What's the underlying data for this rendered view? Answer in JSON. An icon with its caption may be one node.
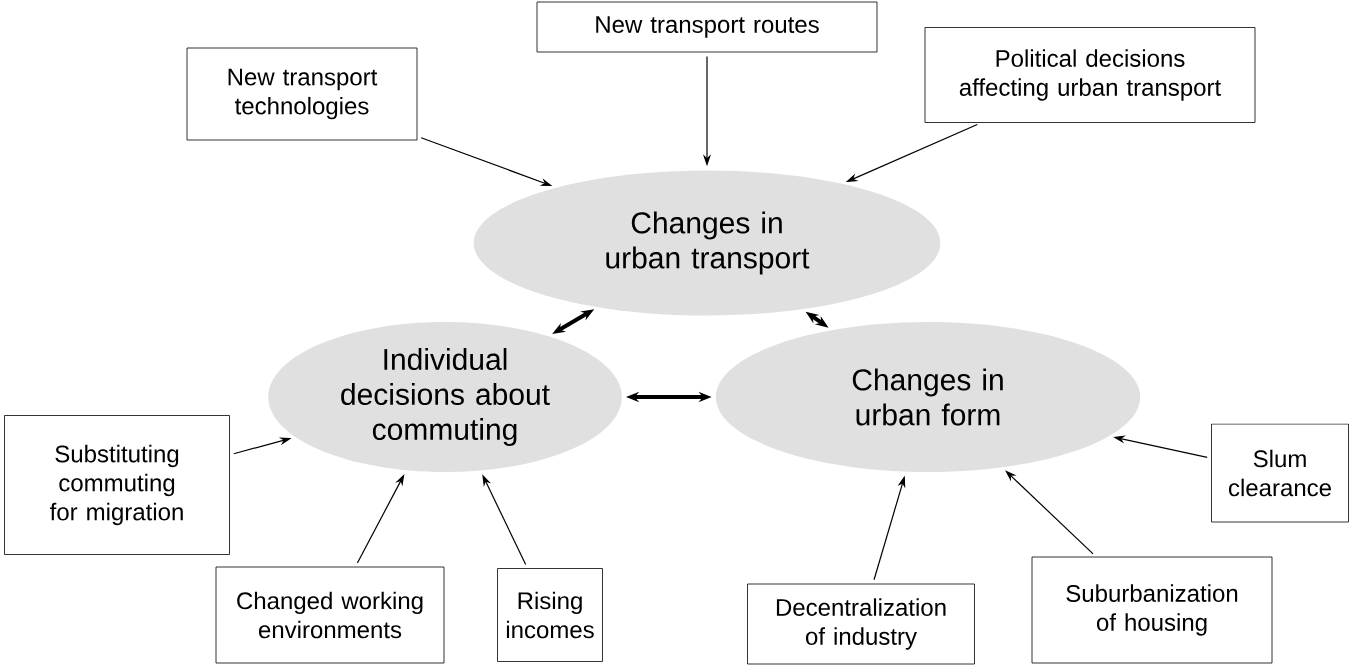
{
  "diagram": {
    "nodes": [
      {
        "text": [
          "Changes in urban transport"
        ]
      },
      {
        "text": [
          "Individual decisions about commuting"
        ]
      },
      {
        "text": [
          "Changes in urban form"
        ]
      },
      {
        "text": [
          "New transport technologies"
        ]
      },
      {
        "text": [
          "New transport routes"
        ]
      },
      {
        "text": [
          "Political decisions affecting urban transport"
        ]
      },
      {
        "text": [
          "Substituting commuting for migration"
        ]
      },
      {
        "text": [
          "Changed working environments"
        ]
      },
      {
        "text": [
          "Rising incomes"
        ]
      },
      {
        "text": [
          "Decentralization of industry"
        ]
      },
      {
        "text": [
          "Suburbanization of housing"
        ]
      },
      {
        "text": [
          "Slum clearance"
        ]
      }
    ],
    "edges": [
      {
        "from": 3,
        "to": 0,
        "arrow": "to"
      },
      {
        "from": 4,
        "to": 0,
        "arrow": "to"
      },
      {
        "from": 5,
        "to": 0,
        "arrow": "to"
      },
      {
        "from": 0,
        "to": 1,
        "arrow": "both",
        "style": "thick"
      },
      {
        "from": 0,
        "to": 2,
        "arrow": "both",
        "style": "thick"
      },
      {
        "from": 1,
        "to": 2,
        "arrow": "both",
        "style": "thick"
      },
      {
        "from": 6,
        "to": 1,
        "arrow": "to"
      },
      {
        "from": 7,
        "to": 1,
        "arrow": "to"
      },
      {
        "from": 8,
        "to": 1,
        "arrow": "to"
      },
      {
        "from": 9,
        "to": 2,
        "arrow": "to"
      },
      {
        "from": 10,
        "to": 2,
        "arrow": "to"
      },
      {
        "from": 11,
        "to": 2,
        "arrow": "to"
      }
    ]
  }
}
